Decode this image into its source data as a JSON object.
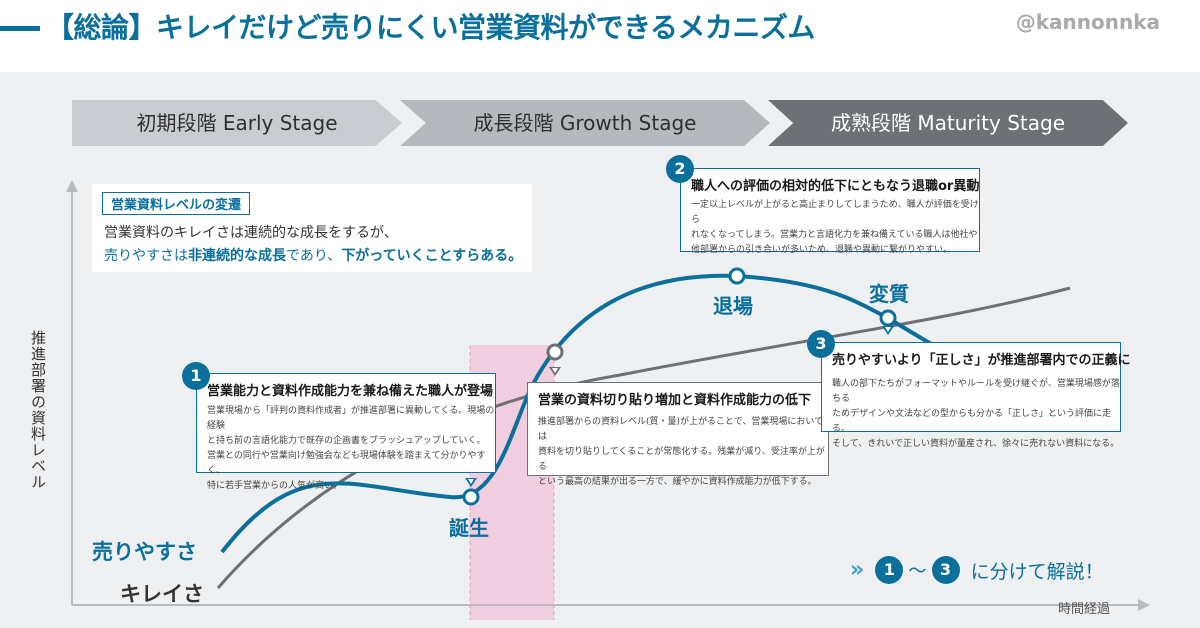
{
  "header": {
    "title": "【総論】キレイだけど売りにくい営業資料ができるメカニズム",
    "handle": "@kannonnka"
  },
  "stages": [
    {
      "label": "初期段階 Early Stage"
    },
    {
      "label": "成長段階 Growth Stage"
    },
    {
      "label": "成熟段階 Maturity Stage"
    }
  ],
  "axes": {
    "y_label": "推進部署の資料レベル",
    "x_label": "時間経過"
  },
  "intro": {
    "tag": "営業資料レベルの変遷",
    "line1": "営業資料のキレイさは連続的な成長をするが、",
    "line2_a": "売りやすさは",
    "line2_b": "非連続的な成長",
    "line2_c": "であり、",
    "line2_d": "下がっていくことすらある。"
  },
  "callout1": {
    "num": "1",
    "title": "営業能力と資料作成能力を兼ね備えた職人が登場",
    "body": "営業現場から「評判の資料作成者」が推進部署に異動してくる。現場の経験\nと持ち前の言語化能力で既存の企画書をブラッシュアップしていく。\n営業との同行や営業向け勉強会なども現場体験を踏まえて分かりやすく、\n特に若手営業からの人気が高い。"
  },
  "callout_mid": {
    "title": "営業の資料切り貼り増加と資料作成能力の低下",
    "body": "推進部署からの資料レベル(質・量)が上がることで、営業現場においては\n資料を切り貼りしてくることが常態化する。残業が減り、受注率が上がる\nという最高の結果が出る一方で、緩やかに資料作成能力が低下する。"
  },
  "callout2": {
    "num": "2",
    "title": "職人への評価の相対的低下にともなう退職or異動",
    "body": "一定以上レベルが上がると高止まりしてしまうため、職人が評価を受けら\nれなくなってしまう。営業力と言語化力を兼ね備えている職人は他社や\n他部署からの引き合いが多いため、退職や異動に繋がりやすい。"
  },
  "callout3": {
    "num": "3",
    "title": "売りやすいより「正しさ」が推進部署内での正義に",
    "body": "職人の部下たちがフォーマットやルールを受け継ぐが、営業現場感が落ちる\nためデザインや文法などの型からも分かる「正しさ」という評価に走る。\nそして、きれいで正しい資料が量産され、徐々に売れない資料になる。"
  },
  "markers": {
    "birth": "誕生",
    "retire": "退場",
    "change": "変質"
  },
  "legend": {
    "sell": "売りやすさ",
    "clean": "キレイさ"
  },
  "footer": {
    "n1": "1",
    "tilde": "〜",
    "n3": "3",
    "text": "に分けて解説！"
  },
  "colors": {
    "accent": "#0a6f9b",
    "gray_curve": "#6d7074",
    "highlight": "#f2cfe0"
  }
}
